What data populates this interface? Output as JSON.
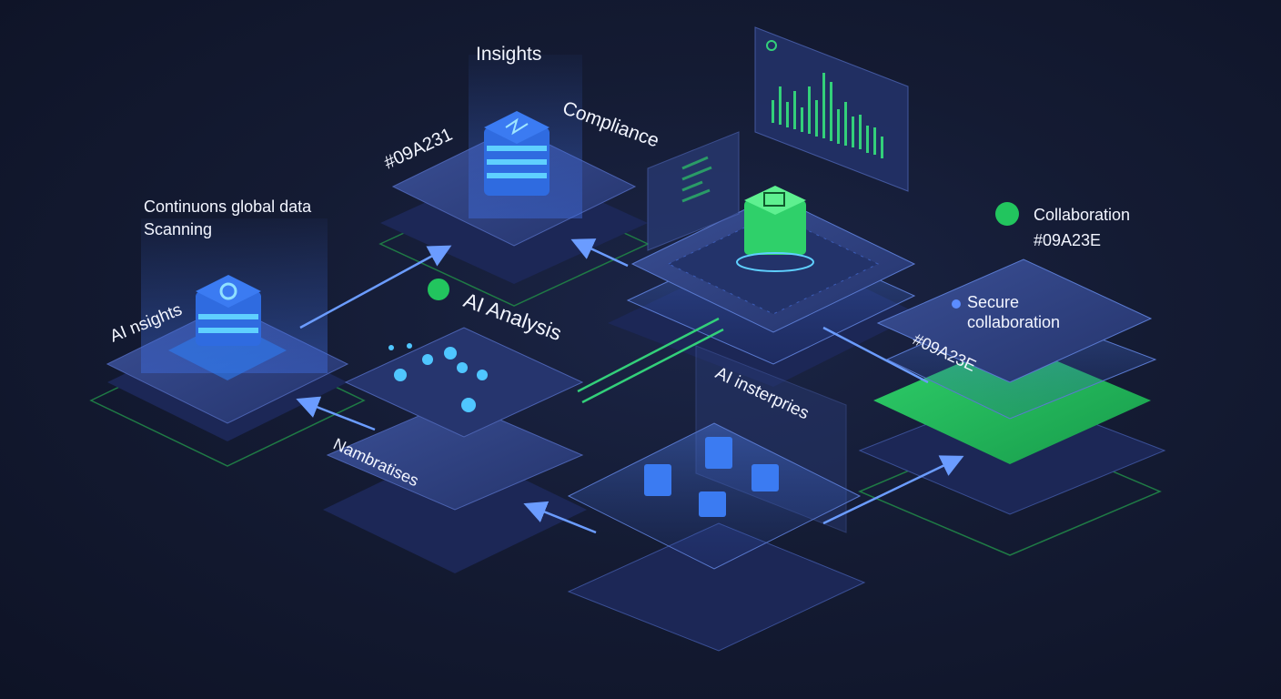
{
  "labels": {
    "insights": "Insights",
    "compliance": "Compliance",
    "hex_top": "#09A231",
    "scanning_line1": "Continuons global data",
    "scanning_line2": "Scanning",
    "ai_insights": "AI nsights",
    "ai_analysis": "AI Analysis",
    "collaboration": "Collaboration",
    "hex_collab": "#09A23E",
    "secure_line1": "Secure",
    "secure_line2": "collaboration",
    "hex_right": "#09A23E",
    "ai_enterprises": "AI insterpries",
    "nambratises": "Nambratises"
  },
  "colors": {
    "accent_green": "#22c55e",
    "accent_blue": "#3b82f6",
    "platform": "#2a3a78",
    "glow": "#4aa8ff"
  }
}
